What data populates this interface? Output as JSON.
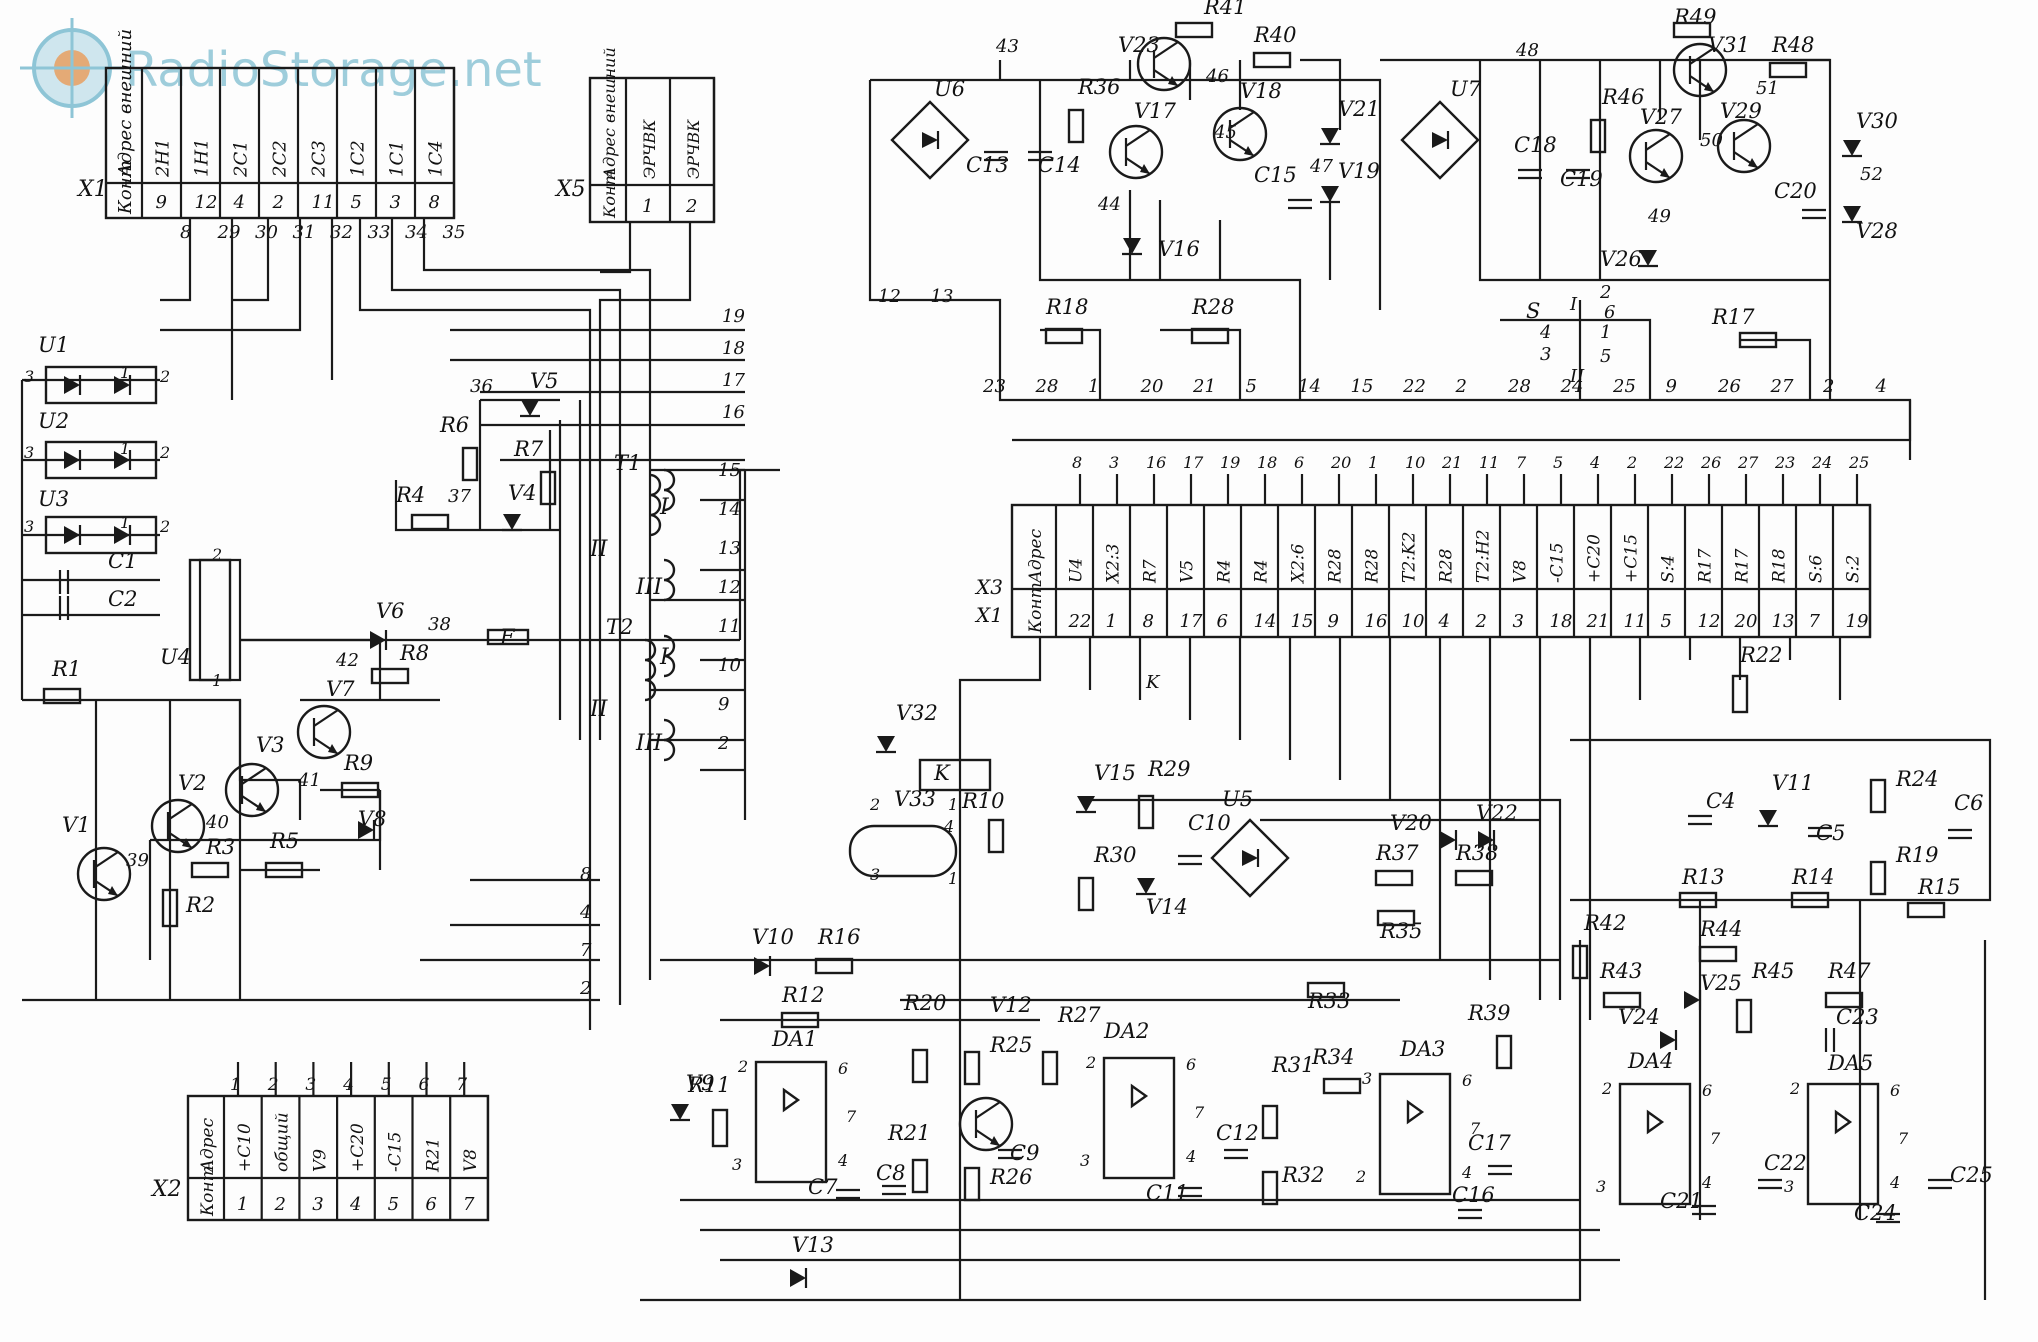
{
  "watermark": "RadioStorage.net",
  "blocks": {
    "X1": {
      "id": "X1",
      "header_labels": [
        "Адрес внешний",
        "2Н1",
        "1Н1",
        "2С1",
        "2С2",
        "2С3",
        "1С2",
        "1С1",
        "1С4"
      ],
      "contact_label": "Конт",
      "contacts": [
        "9",
        "12",
        "4",
        "2",
        "11",
        "5",
        "3",
        "8"
      ],
      "wires": [
        "8",
        "29",
        "30",
        "31",
        "32",
        "33",
        "34",
        "35"
      ]
    },
    "X5": {
      "id": "X5",
      "header_labels": [
        "Адрес внешний",
        "ЭРЧВК",
        "ЭРЧВК"
      ],
      "contact_label": "Конт",
      "contacts": [
        "1",
        "2"
      ]
    },
    "X2": {
      "id": "X2",
      "header_labels": [
        "Адрес",
        "+C10",
        "общий",
        "V9",
        "+C20",
        "-C15",
        "R21",
        "V8"
      ],
      "contact_label": "Конт",
      "contacts": [
        "1",
        "2",
        "3",
        "4",
        "5",
        "6",
        "7"
      ],
      "top_numbers": [
        "1",
        "2",
        "3",
        "4",
        "5",
        "6",
        "7"
      ]
    },
    "X3": {
      "id": "X3",
      "alt_id": "X1",
      "header_labels": [
        "Адрес",
        "U4",
        "X2:3",
        "R7",
        "V5",
        "R4",
        "R4",
        "X2:6",
        "R28",
        "R28",
        "T2:K2",
        "R28",
        "T2:H2",
        "V8",
        "-C15",
        "+C20",
        "+C15",
        "S:4",
        "R17",
        "R17",
        "R18",
        "S:6",
        "S:2"
      ],
      "contact_label": "Конт",
      "contacts": [
        "22",
        "1",
        "8",
        "17",
        "6",
        "14",
        "15",
        "9",
        "16",
        "10",
        "4",
        "2",
        "3",
        "18",
        "21",
        "11",
        "5",
        "12",
        "20",
        "13",
        "7",
        "19"
      ],
      "top_numbers": [
        "8",
        "3",
        "16",
        "17",
        "19",
        "18",
        "6",
        "20",
        "1",
        "10",
        "21",
        "11",
        "7",
        "5",
        "4",
        "2",
        "22",
        "26",
        "27",
        "23",
        "24",
        "25"
      ]
    }
  },
  "components": {
    "diodes": [
      "U1",
      "U2",
      "U3",
      "U4",
      "U5",
      "U6",
      "U7",
      "V4",
      "V5",
      "V6",
      "V8",
      "V9",
      "V10",
      "V11",
      "V13",
      "V14",
      "V15",
      "V16",
      "V19",
      "V20",
      "V21",
      "V22",
      "V24",
      "V25",
      "V26",
      "V28",
      "V30",
      "V32",
      "V33"
    ],
    "transistors": [
      "V1",
      "V2",
      "V3",
      "V7",
      "V12",
      "V17",
      "V18",
      "V23",
      "V27",
      "V29",
      "V31"
    ],
    "resistors": [
      "R1",
      "R2",
      "R3",
      "R4",
      "R5",
      "R6",
      "R7",
      "R8",
      "R9",
      "R10",
      "R11",
      "R12",
      "R13",
      "R14",
      "R15",
      "R16",
      "R17",
      "R18",
      "R19",
      "R20",
      "R21",
      "R22",
      "R24",
      "R25",
      "R26",
      "R27",
      "R28",
      "R29",
      "R30",
      "R31",
      "R32",
      "R33",
      "R34",
      "R35",
      "R36",
      "R37",
      "R38",
      "R39",
      "R40",
      "R41",
      "R42",
      "R43",
      "R44",
      "R45",
      "R46",
      "R47",
      "R48",
      "R49"
    ],
    "capacitors": [
      "C1",
      "C2",
      "C4",
      "C5",
      "C6",
      "C7",
      "C8",
      "C9",
      "C10",
      "C11",
      "C12",
      "C13",
      "C14",
      "C15",
      "C16",
      "C17",
      "C18",
      "C19",
      "C20",
      "C21",
      "C22",
      "C23",
      "C24",
      "C25"
    ],
    "opamps": [
      "DA1",
      "DA2",
      "DA3",
      "DA4",
      "DA5"
    ],
    "transformers": [
      "T1",
      "T2"
    ],
    "fuse": "F",
    "relay": "K",
    "switch": "S"
  },
  "nodes": [
    "36",
    "37",
    "38",
    "39",
    "40",
    "41",
    "42",
    "43",
    "44",
    "45",
    "46",
    "47",
    "48",
    "49",
    "50",
    "51",
    "52"
  ],
  "transformer_windings": {
    "T1": [
      "I",
      "II",
      "III"
    ],
    "T2": [
      "I",
      "II",
      "III"
    ]
  },
  "transformer_pins": [
    "15",
    "14",
    "13",
    "12",
    "11",
    "10",
    "9",
    "2"
  ],
  "left_bus_numbers": [
    "19",
    "18",
    "17",
    "16",
    "15",
    "14",
    "13",
    "12",
    "11",
    "10",
    "9",
    "2",
    "8",
    "4",
    "7",
    "2"
  ],
  "upper_bus_numbers": [
    "12",
    "13",
    "23",
    "28",
    "1",
    "20",
    "21",
    "5",
    "14",
    "15",
    "22",
    "2",
    "28",
    "24",
    "25",
    "9",
    "26",
    "27",
    "2",
    "4"
  ],
  "switch_labels": [
    "S",
    "I",
    "2",
    "6",
    "4",
    "3",
    "1",
    "5",
    "II"
  ],
  "opamp_pins": {
    "DA1": [
      "2",
      "6",
      "7",
      "3",
      "4"
    ],
    "DA2": [
      "2",
      "6",
      "7",
      "3",
      "4"
    ],
    "DA3": [
      "3",
      "6",
      "7",
      "2",
      "4"
    ],
    "DA4": [
      "2",
      "6",
      "7",
      "3",
      "4"
    ],
    "DA5": [
      "2",
      "6",
      "7",
      "3",
      "4"
    ]
  },
  "misc_pin_labels": [
    "3",
    "1",
    "2",
    "3",
    "1",
    "2",
    "3",
    "1",
    "2",
    "2",
    "1",
    "2",
    "1",
    "4",
    "3",
    "1"
  ]
}
